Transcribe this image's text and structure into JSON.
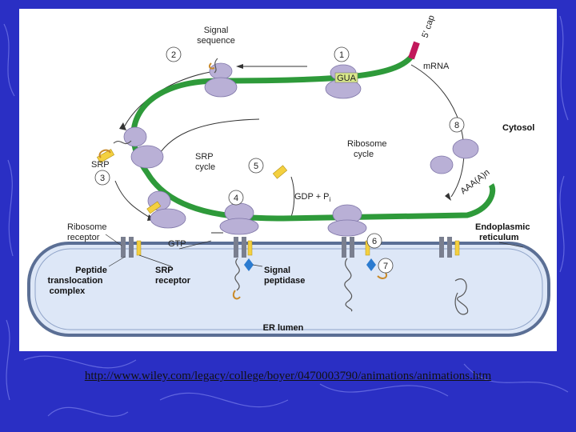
{
  "diagram": {
    "labels": {
      "signal_sequence_1": "Signal",
      "signal_sequence_2": "sequence",
      "mrna": "mRNA",
      "cap": "5' cap",
      "codon": "GUA",
      "cytosol": "Cytosol",
      "ribosome_cycle_1": "Ribosome",
      "ribosome_cycle_2": "cycle",
      "srp": "SRP",
      "srp_cycle_1": "SRP",
      "srp_cycle_2": "cycle",
      "gdp_pi": "GDP + P",
      "gdp_sub": "i",
      "poly_a": "AAA(A)n",
      "er_1": "Endoplasmic",
      "er_2": "reticulum",
      "ribosome_receptor_1": "Ribosome",
      "ribosome_receptor_2": "receptor",
      "gtp": "GTP",
      "peptide_complex_1": "Peptide",
      "peptide_complex_2": "translocation",
      "peptide_complex_3": "complex",
      "srp_receptor_1": "SRP",
      "srp_receptor_2": "receptor",
      "signal_peptidase_1": "Signal",
      "signal_peptidase_2": "peptidase",
      "er_lumen": "ER lumen"
    },
    "steps": [
      "1",
      "2",
      "3",
      "4",
      "5",
      "6",
      "7",
      "8"
    ],
    "colors": {
      "mrna": "#2e9a3a",
      "cap": "#c2185b",
      "ribosome": "#b9b0d6",
      "srp": "#f4d03f",
      "er_fill": "#dde7f7",
      "er_stroke": "#5b6f95",
      "peptidase": "#2b7bd0",
      "background": "#2a2fc4"
    }
  },
  "footer": {
    "source_url": "http://www.wiley.com/legacy/college/boyer/0470003790/animations/animations.htm"
  }
}
